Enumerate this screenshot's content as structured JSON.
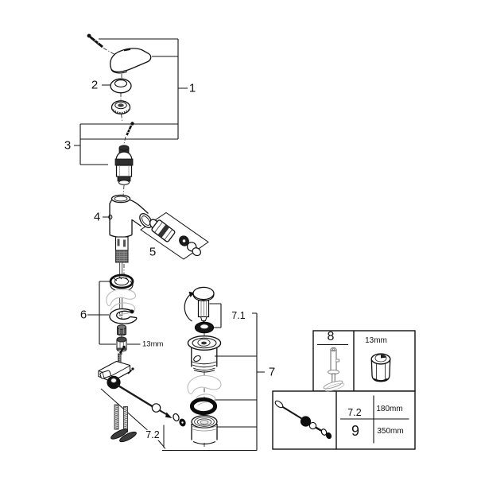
{
  "figure": {
    "kind": "exploded parts diagram",
    "colors": {
      "line": "#111111",
      "ghost": "#bcbcbc",
      "fill_dark": "#0d0d0d",
      "background": "#ffffff"
    }
  },
  "callouts": {
    "c1": "1",
    "c2": "2",
    "c3": "3",
    "c4": "4",
    "c5": "5",
    "c6": "6",
    "c7": "7",
    "c71": "7.1",
    "c72": "7.2"
  },
  "notes": {
    "wrench_inline": "13mm"
  },
  "tool_box": {
    "part_no": "8",
    "wrench_size": "13mm"
  },
  "rod_table": {
    "rows": [
      {
        "part": "7.2",
        "length": "180mm"
      },
      {
        "part": "9",
        "length": "350mm"
      }
    ]
  }
}
